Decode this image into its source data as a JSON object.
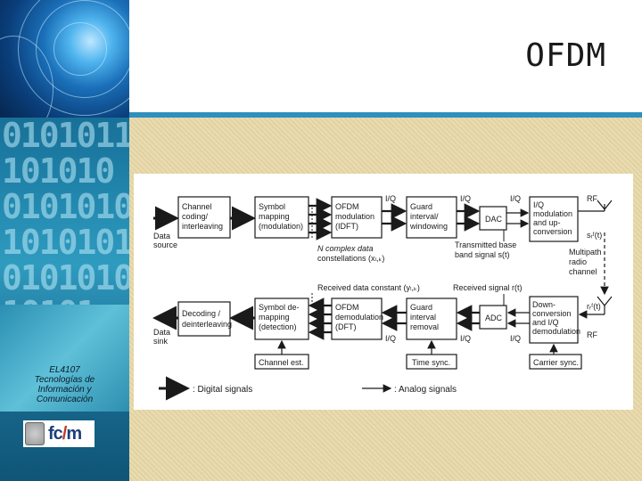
{
  "slide": {
    "title": "OFDM",
    "course": [
      "EL4107",
      "Tecnologías de",
      "Información y",
      "Comunicación"
    ],
    "logo": "fcfm"
  },
  "diagram": {
    "tx_blocks": [
      [
        "Channel",
        "coding/",
        "interleaving"
      ],
      [
        "Symbol",
        "mapping",
        "(modulation)"
      ],
      [
        "OFDM",
        "modulation",
        "(IDFT)"
      ],
      [
        "Guard",
        "interval/",
        "windowing"
      ],
      [
        "DAC"
      ],
      [
        "I/Q",
        "modulation",
        "and up-",
        "conversion"
      ]
    ],
    "rx_blocks": [
      [
        "Decoding /",
        "deinterleaving"
      ],
      [
        "Symbol de-",
        "mapping",
        "(detection)"
      ],
      [
        "OFDM",
        "demodulation",
        "(DFT)"
      ],
      [
        "Guard",
        "interval",
        "removal"
      ],
      [
        "ADC"
      ],
      [
        "Down-",
        "conversion",
        "and I/Q",
        "demodulation"
      ]
    ],
    "sync_blocks": [
      "Channel est.",
      "Time sync.",
      "Carrier sync."
    ],
    "labels": {
      "data_source": [
        "Data",
        "source"
      ],
      "data_sink": [
        "Data",
        "sink"
      ],
      "iq": "I/Q",
      "rf": "RF",
      "complex_constellations": [
        "N complex data",
        "constellations (xₗ,ₖ)"
      ],
      "transmitted_base": [
        "Transmitted base",
        "band signal s(t)"
      ],
      "multipath": [
        "Multipath",
        "radio",
        "channel"
      ],
      "srf": "sᵣᶠ(t)",
      "rrf": "rᵣᶠ(t)",
      "received_constant": "Received data constant (yₗ,ₖ)",
      "received_signal": "Received signal r(t)"
    },
    "legend": {
      "digital": ": Digital signals",
      "analog": ": Analog signals"
    }
  }
}
